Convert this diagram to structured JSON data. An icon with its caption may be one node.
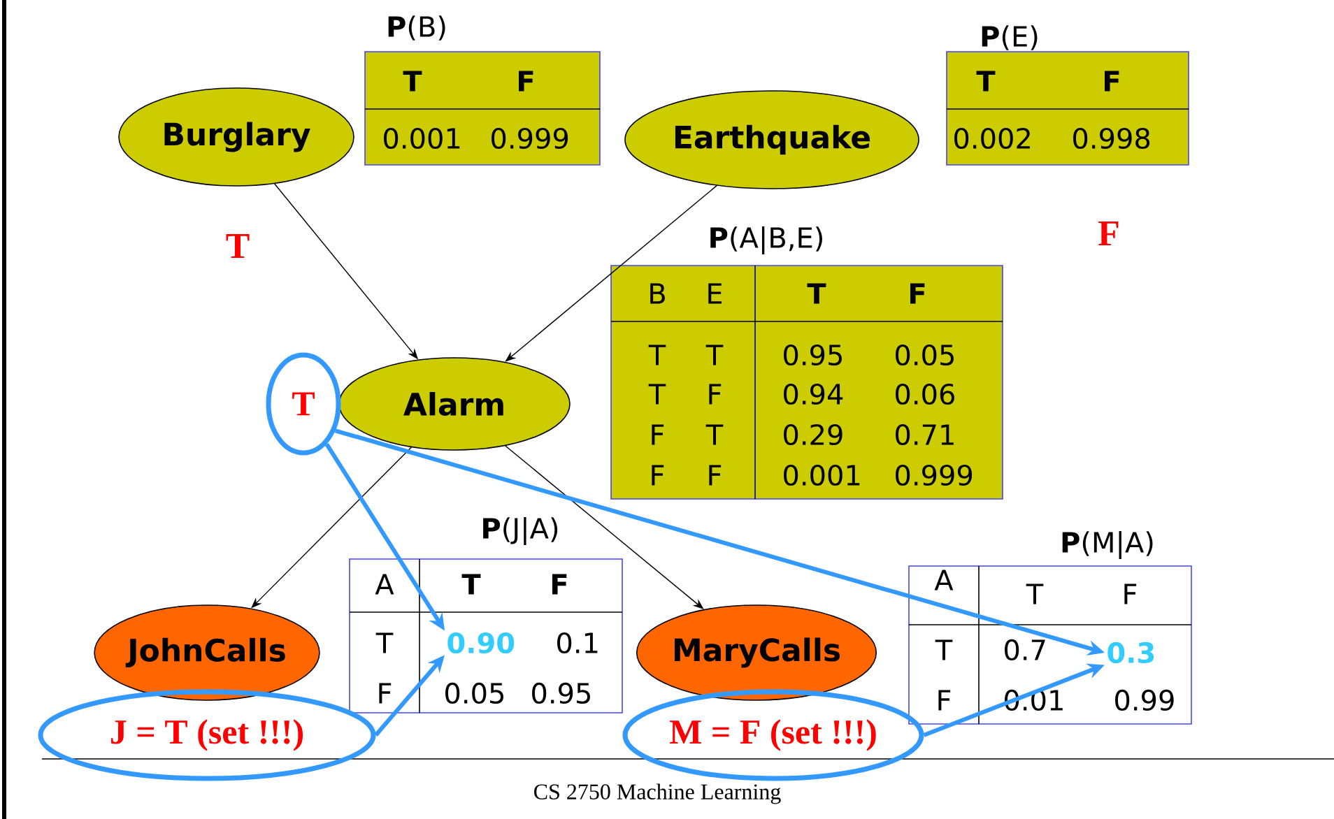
{
  "diagram": {
    "nodes": [
      {
        "text": [
          "Burglary"
        ]
      },
      {
        "text": [
          "Earthquake"
        ]
      },
      {
        "text": [
          "Alarm"
        ]
      },
      {
        "text": [
          "JohnCalls"
        ]
      },
      {
        "text": [
          "MaryCalls"
        ]
      },
      {
        "text": [
          "**P**(B)",
          "T",
          "F",
          "0.001",
          "0.999"
        ]
      },
      {
        "text": [
          "**P**(E)",
          "T",
          "F",
          "0.002",
          "0.998"
        ]
      },
      {
        "text": [
          "**P**(A|B,E)",
          "B",
          "E",
          "T",
          "F",
          "T",
          "T",
          "0.95",
          "0.05",
          "T",
          "F",
          "0.94",
          "0.06",
          "F",
          "T",
          "0.29",
          "0.71",
          "F",
          "F",
          "0.001",
          "0.999"
        ]
      },
      {
        "text": [
          "**P**(J|A)",
          "A",
          "T",
          "F",
          "T",
          "0.1",
          "F",
          "0.05",
          "0.95"
        ]
      },
      {
        "text": [
          "0.90"
        ],
        "in": 8
      },
      {
        "text": [
          "**P**(M|A)",
          "A",
          "T",
          "F",
          "T",
          "0.7",
          "F",
          "0.01",
          "0.99"
        ]
      },
      {
        "text": [
          "0.3"
        ],
        "in": 10
      },
      {
        "text": [
          "T"
        ]
      },
      {
        "text": [
          "J = T (set !!!)"
        ]
      },
      {
        "text": [
          "M = F (set !!!)"
        ]
      }
    ],
    "edges": [
      {
        "from": 0,
        "to": 2,
        "arrow": "to"
      },
      {
        "from": 1,
        "to": 2,
        "arrow": "to"
      },
      {
        "from": 2,
        "to": 3,
        "arrow": "to"
      },
      {
        "from": 2,
        "to": 4,
        "arrow": "to"
      },
      {
        "from": 12,
        "to": 9,
        "arrow": "to",
        "style": "thick",
        "color": "#3399ff"
      },
      {
        "from": 12,
        "to": 11,
        "arrow": "to",
        "style": "thick",
        "color": "#3399ff"
      },
      {
        "from": 13,
        "to": 9,
        "arrow": "to",
        "style": "thick",
        "color": "#3399ff"
      },
      {
        "from": 14,
        "to": 11,
        "arrow": "to",
        "style": "thick",
        "color": "#3399ff"
      }
    ],
    "labels": [
      "T",
      "F",
      "CS 2750 Machine Learning"
    ]
  }
}
